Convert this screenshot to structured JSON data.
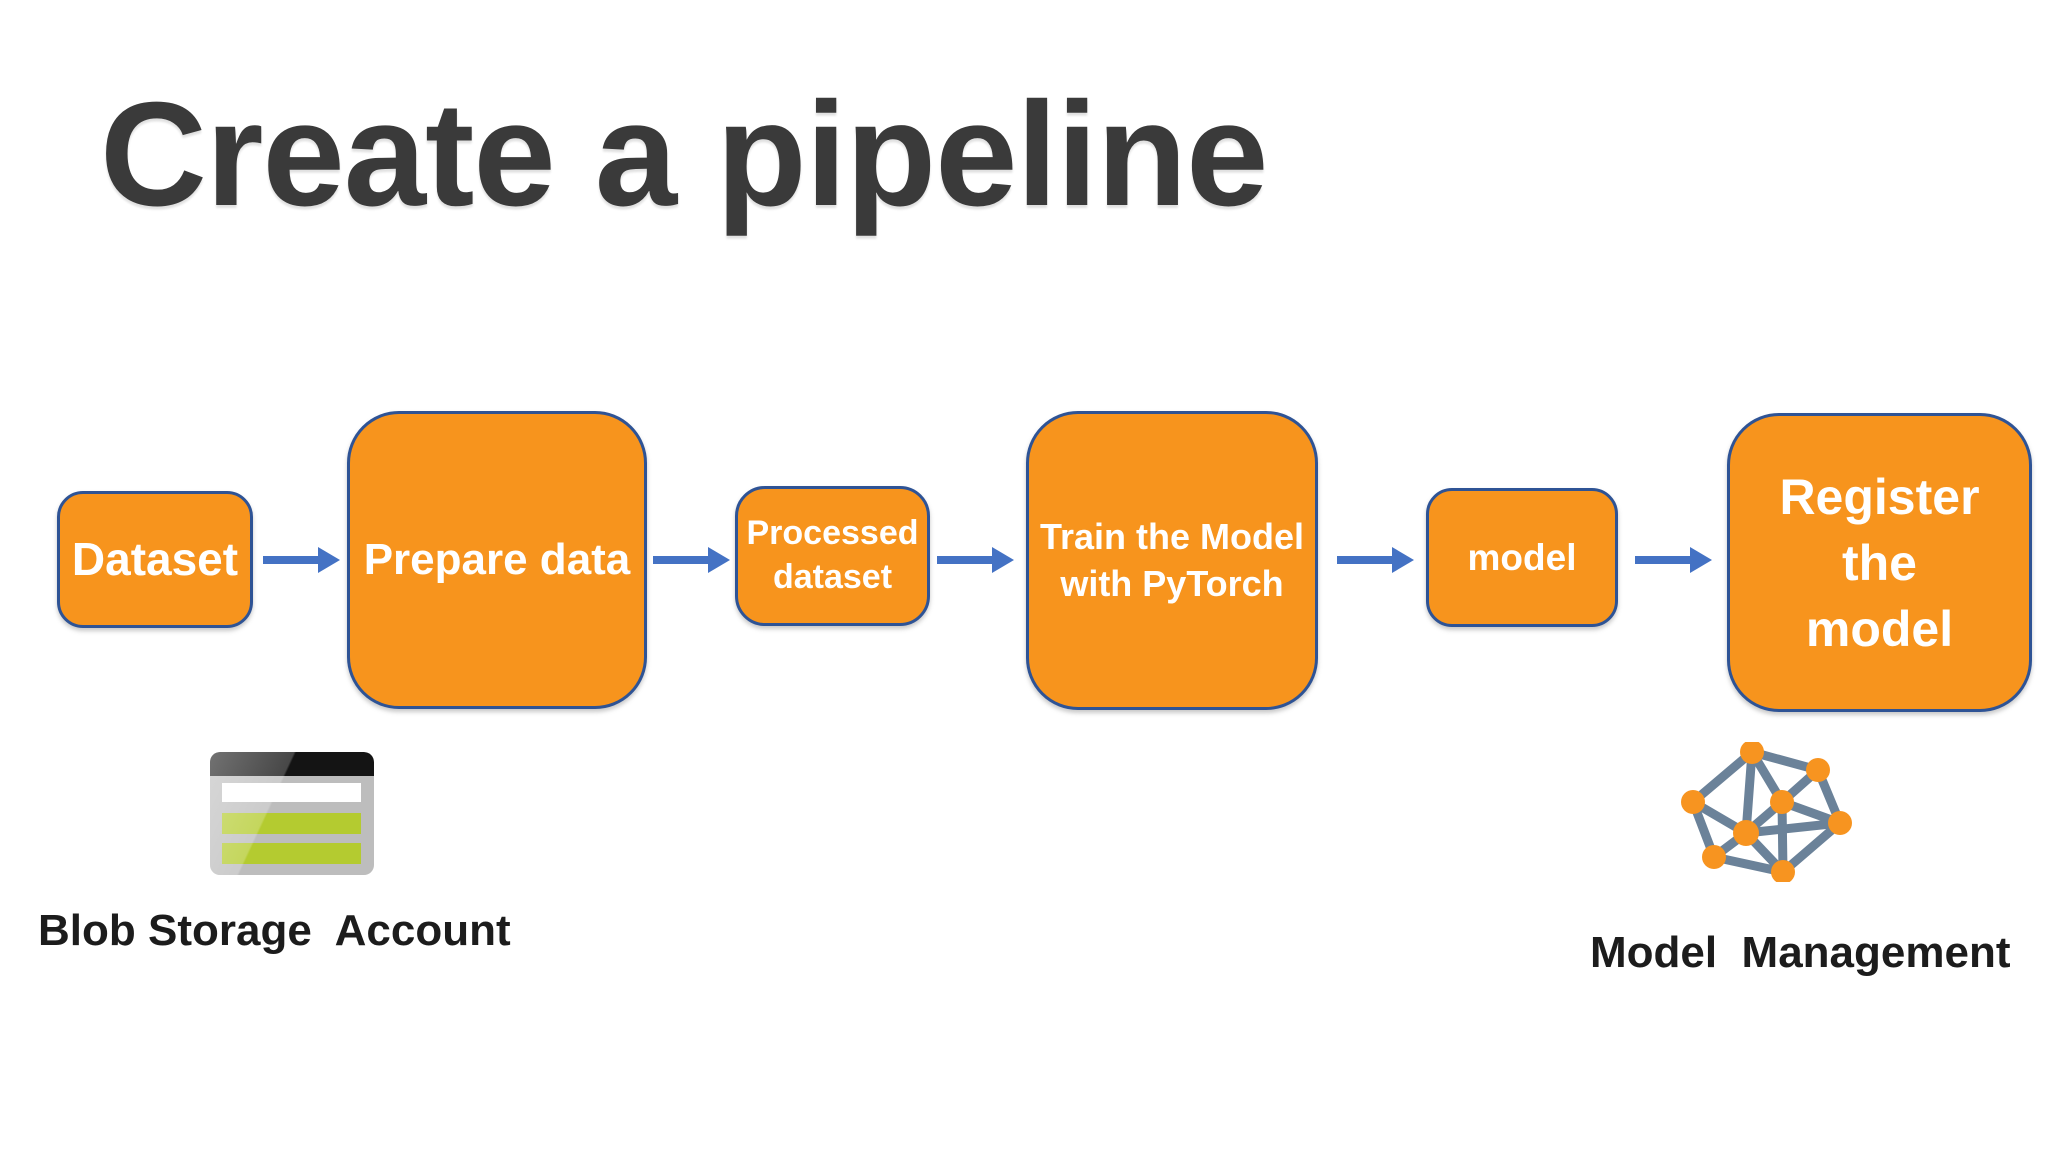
{
  "slide": {
    "title": "Create a pipeline"
  },
  "pipeline": {
    "nodes": [
      {
        "id": "dataset",
        "label": "Dataset"
      },
      {
        "id": "prepare-data",
        "label": "Prepare data"
      },
      {
        "id": "processed-dataset",
        "label": "Processed\ndataset"
      },
      {
        "id": "train-model",
        "label": "Train the Model\nwith PyTorch"
      },
      {
        "id": "model",
        "label": "model"
      },
      {
        "id": "register-model",
        "label": "Register\nthe\nmodel"
      }
    ],
    "arrow_count": 5
  },
  "annotations": {
    "blob_storage": {
      "icon": "blob-storage-account-icon",
      "label": "Blob Storage  Account"
    },
    "model_management": {
      "icon": "model-management-icon",
      "label": "Model  Management"
    }
  },
  "colors": {
    "background": "#FFFFFF",
    "title_text": "#3A3A3A",
    "box_fill": "#F7941D",
    "box_border": "#2E5395",
    "box_text": "#FFFFFF",
    "arrow": "#4472C4",
    "caption_text": "#1C1C1C",
    "blob_icon_gray": "#BDBDBD",
    "blob_icon_black": "#141414",
    "blob_icon_green": "#B4CB30",
    "network_edge": "#6B8299",
    "network_node": "#F79420"
  }
}
